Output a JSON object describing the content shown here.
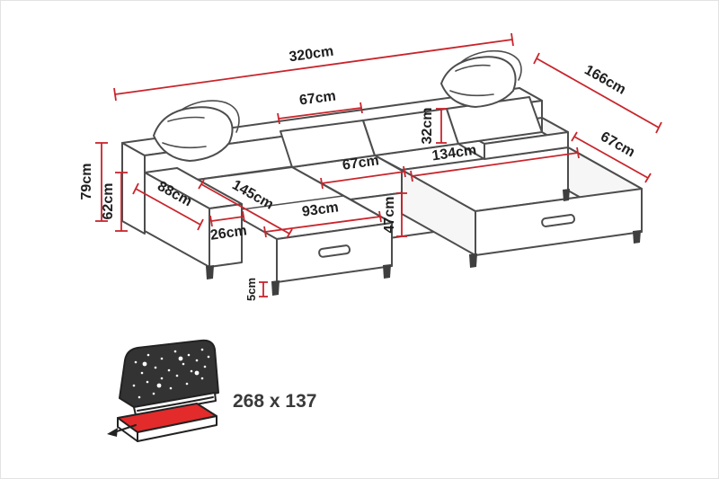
{
  "colors": {
    "dimension_line": "#c8252c",
    "sofa_outline": "#4d4d4d",
    "label_text": "#1f1f1f",
    "mattress_red": "#e32b2b"
  },
  "sofa_diagram": {
    "dimensions": {
      "total_width": "320cm",
      "total_depth": "166cm",
      "total_height": "79cm",
      "armrest_height": "62cm",
      "armrest_length": "88cm",
      "armrest_width": "26cm",
      "back_cushion_width": "67cm",
      "middle_seat_width": "67cm",
      "right_seat_depth": "67cm",
      "backrest_height": "32cm",
      "right_section_width": "134cm",
      "chaise_length": "145cm",
      "seat_height": "47cm",
      "chaise_width": "93cm",
      "leg_height": "5cm"
    }
  },
  "sleeping_function": {
    "icon": "sofa-bed-unfold-icon",
    "size_label": "268 x 137"
  }
}
